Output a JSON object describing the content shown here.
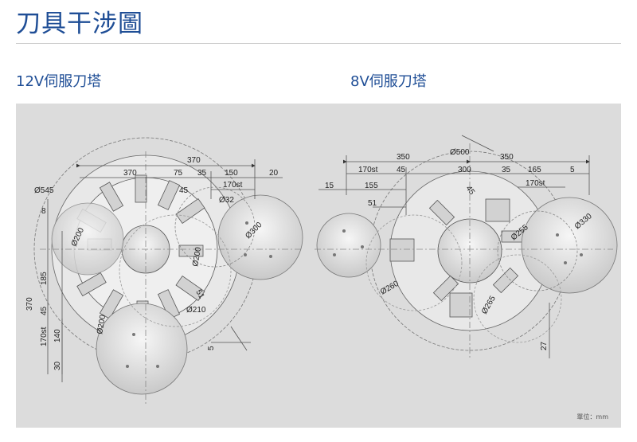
{
  "header": {
    "title": "刀具干涉圖"
  },
  "left": {
    "title": "12V伺服刀塔",
    "dims": {
      "top_370": "370",
      "inner_370": "370",
      "d75": "75",
      "d35": "35",
      "d150": "150",
      "d20": "20",
      "d170st": "170st",
      "d45": "45",
      "phi32": "Ø32",
      "phi545": "Ø545",
      "d8": "8",
      "phi200a": "Ø200",
      "phi300": "Ø300",
      "phi200b": "Ø200",
      "d51": "51",
      "phi210": "Ø210",
      "phi200c": "Ø200",
      "d185": "185",
      "v370": "370",
      "v45": "45",
      "v170st": "170st",
      "d140": "140",
      "d30": "30",
      "d5": "5"
    }
  },
  "right": {
    "title": "8V伺服刀塔",
    "dims": {
      "phi500": "Ø500",
      "d350a": "350",
      "d350b": "350",
      "d170st": "170st",
      "d45": "45",
      "d300": "300",
      "d35": "35",
      "d165": "165",
      "d5": "5",
      "d15": "15",
      "d155": "155",
      "d45b": "45",
      "d170stb": "170st",
      "d51": "51",
      "phi255": "Ø255",
      "phi330": "Ø330",
      "phi260": "Ø260",
      "phi265": "Ø265",
      "d27": "27"
    }
  },
  "footer": {
    "unit": "單位：mm"
  }
}
